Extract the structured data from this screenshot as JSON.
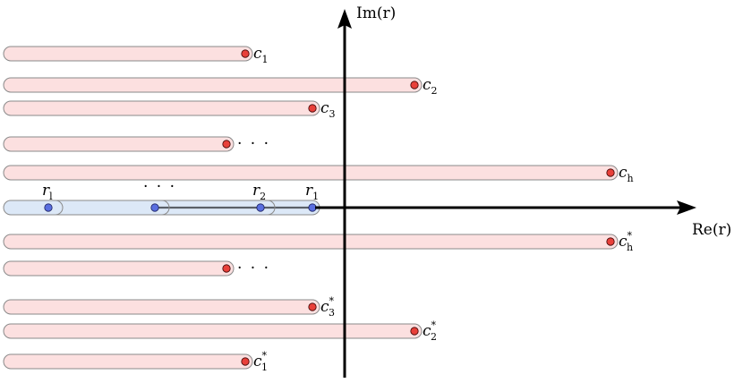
{
  "axes": {
    "x_label": "Re(r)",
    "y_label": "Im(r)"
  },
  "colors": {
    "pink_cut": "#fce0e0",
    "blue_cut": "#dce8f7",
    "red_point": "#e8403a",
    "blue_point": "#5a6fe0"
  },
  "pink_cuts": [
    {
      "label_main": "c",
      "label_sub": "1",
      "label_sup": ""
    },
    {
      "label_main": "c",
      "label_sub": "2",
      "label_sup": ""
    },
    {
      "label_main": "c",
      "label_sub": "3",
      "label_sup": ""
    },
    {
      "label_main": "· · ·",
      "label_sub": "",
      "label_sup": ""
    },
    {
      "label_main": "c",
      "label_sub": "h",
      "label_sup": ""
    },
    {
      "label_main": "c",
      "label_sub": "h",
      "label_sup": "*"
    },
    {
      "label_main": "· · ·",
      "label_sub": "",
      "label_sup": ""
    },
    {
      "label_main": "c",
      "label_sub": "3",
      "label_sup": "*"
    },
    {
      "label_main": "c",
      "label_sub": "2",
      "label_sup": "*"
    },
    {
      "label_main": "c",
      "label_sub": "1",
      "label_sup": "*"
    }
  ],
  "real_points": [
    {
      "label_main": "r",
      "label_sub": "l"
    },
    {
      "label_main": "· · ·",
      "label_sub": ""
    },
    {
      "label_main": "r",
      "label_sub": "2"
    },
    {
      "label_main": "r",
      "label_sub": "1"
    }
  ]
}
